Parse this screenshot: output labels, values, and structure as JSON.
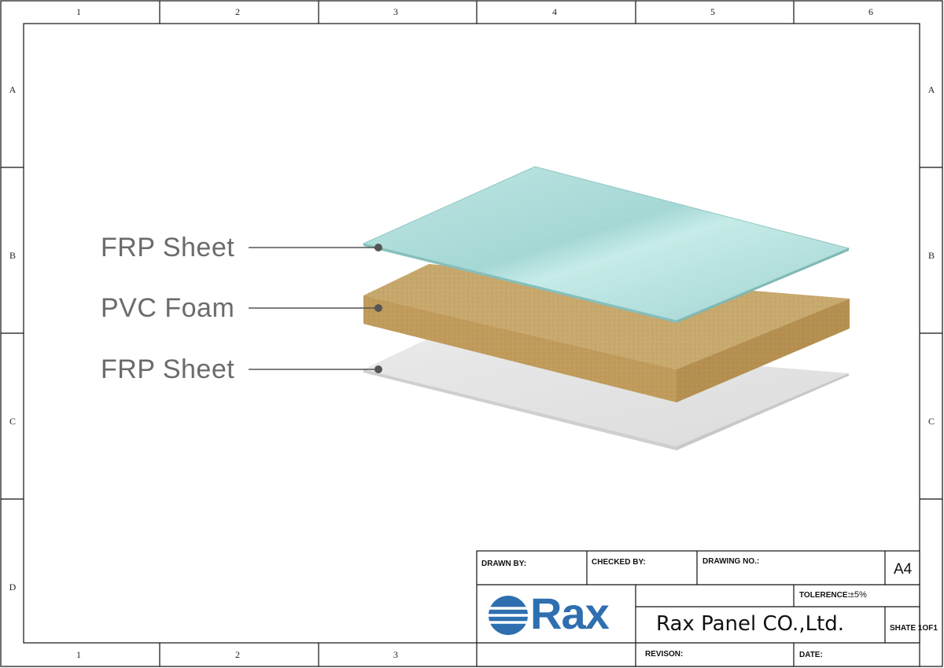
{
  "frame": {
    "columns": [
      "1",
      "2",
      "3",
      "4",
      "5",
      "6"
    ],
    "rows": [
      "A",
      "B",
      "C",
      "D"
    ],
    "bottom_columns": [
      "1",
      "2",
      "3"
    ]
  },
  "callouts": [
    {
      "label": "FRP Sheet"
    },
    {
      "label": "PVC Foam"
    },
    {
      "label": "FRP Sheet"
    }
  ],
  "colors": {
    "frp_top": "#a9dcd9",
    "pvc_foam": "#c9a96b",
    "frp_bottom": "#e6e6e6",
    "logo_blue": "#2f6fb0",
    "callout_text": "#6b6b6b"
  },
  "title_block": {
    "drawn_by_label": "DRAWN BY:",
    "checked_by_label": "CHECKED BY:",
    "drawing_no_label": "DRAWING NO.:",
    "paper_size": "A4",
    "tolerance_label": "TOLERENCE:",
    "tolerance_value": "±5%",
    "logo_text": "Rax",
    "company": "Rax Panel CO.,Ltd.",
    "sheet": "SHATE 1OF1",
    "revision_label": "REVISON:",
    "date_label": "DATE:"
  }
}
